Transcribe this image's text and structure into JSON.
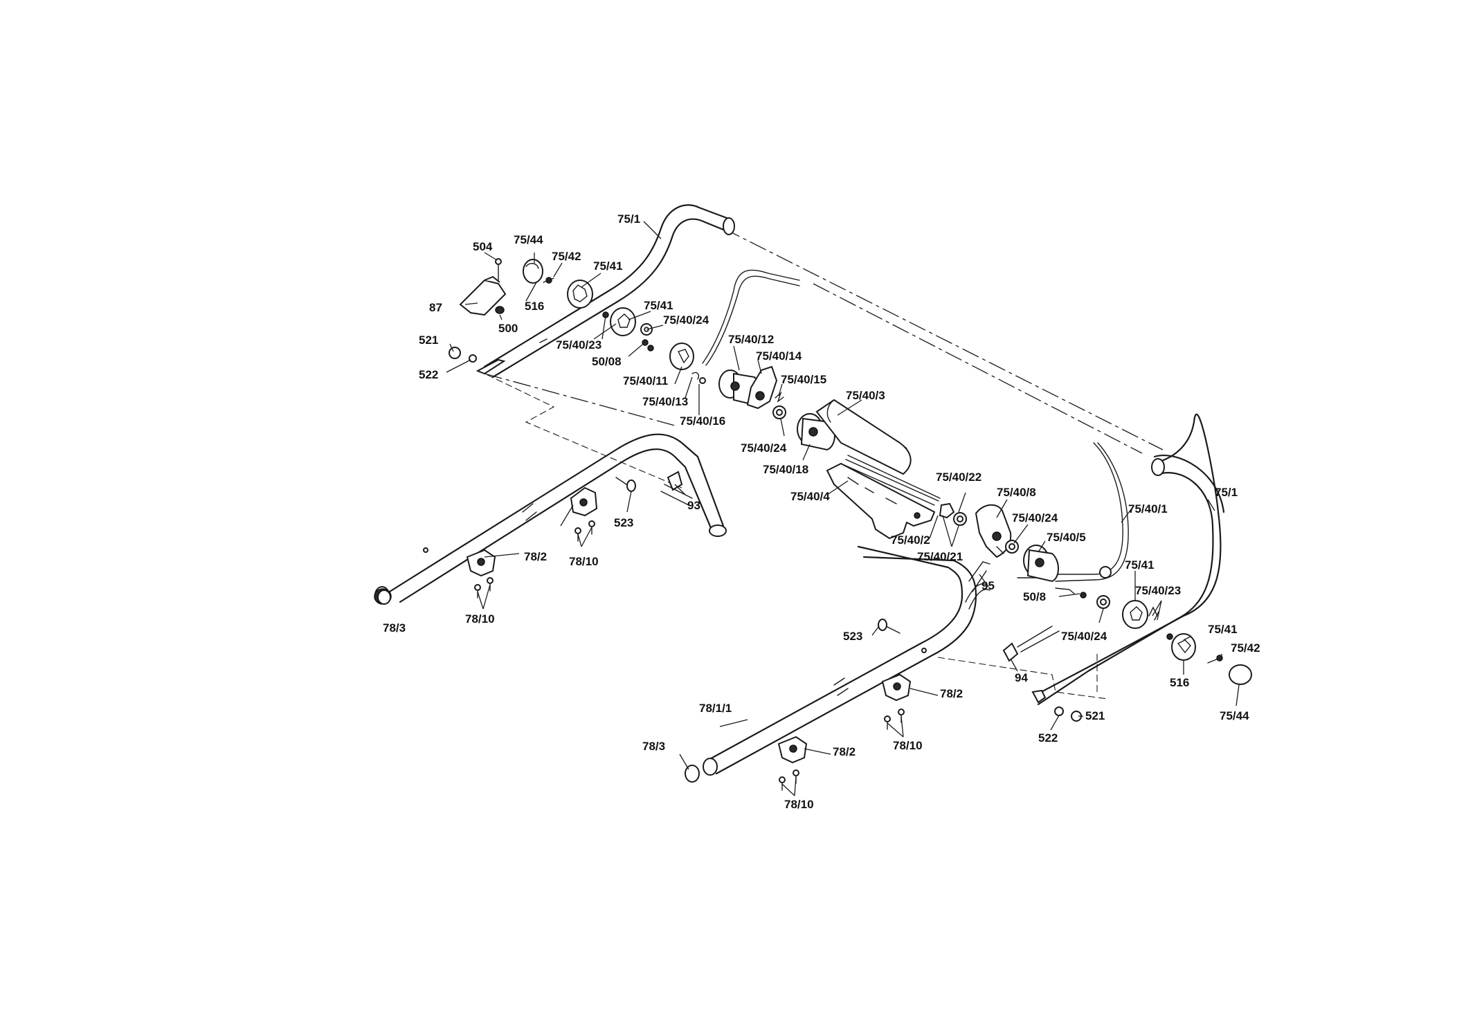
{
  "diagram": {
    "labels": {
      "l_75_1_left": "75/1",
      "l_504": "504",
      "l_75_44_left": "75/44",
      "l_75_42_left": "75/42",
      "l_75_41_a": "75/41",
      "l_87": "87",
      "l_516_left": "516",
      "l_500": "500",
      "l_75_41_b": "75/41",
      "l_75_40_24_a": "75/40/24",
      "l_75_40_23_left": "75/40/23",
      "l_521_left": "521",
      "l_50_08": "50/08",
      "l_522_left": "522",
      "l_75_40_12": "75/40/12",
      "l_75_40_14": "75/40/14",
      "l_75_40_11": "75/40/11",
      "l_75_40_15": "75/40/15",
      "l_75_40_13": "75/40/13",
      "l_75_40_3": "75/40/3",
      "l_75_40_16": "75/40/16",
      "l_75_40_24_b": "75/40/24",
      "l_75_40_18": "75/40/18",
      "l_75_40_4": "75/40/4",
      "l_93": "93",
      "l_523_left": "523",
      "l_78_2_a": "78/2",
      "l_78_10_a": "78/10",
      "l_78_10_b": "78/10",
      "l_78_3_left": "78/3",
      "l_75_40_22": "75/40/22",
      "l_75_40_8": "75/40/8",
      "l_75_40_2": "75/40/2",
      "l_75_40_21": "75/40/21",
      "l_75_40_24_c": "75/40/24",
      "l_75_40_5": "75/40/5",
      "l_75_40_1": "75/40/1",
      "l_75_1_right": "75/1",
      "l_95": "95",
      "l_75_41_c": "75/41",
      "l_50_8": "50/8",
      "l_75_40_23_right": "75/40/23",
      "l_75_40_24_d": "75/40/24",
      "l_523_right": "523",
      "l_75_41_d": "75/41",
      "l_75_42_right": "75/42",
      "l_94": "94",
      "l_516_right": "516",
      "l_78_2_b": "78/2",
      "l_75_44_right": "75/44",
      "l_521_right": "521",
      "l_522_right": "522",
      "l_78_1_1": "78/1/1",
      "l_78_10_c": "78/10",
      "l_78_3_right": "78/3",
      "l_78_2_c": "78/2",
      "l_78_10_d": "78/10"
    }
  }
}
